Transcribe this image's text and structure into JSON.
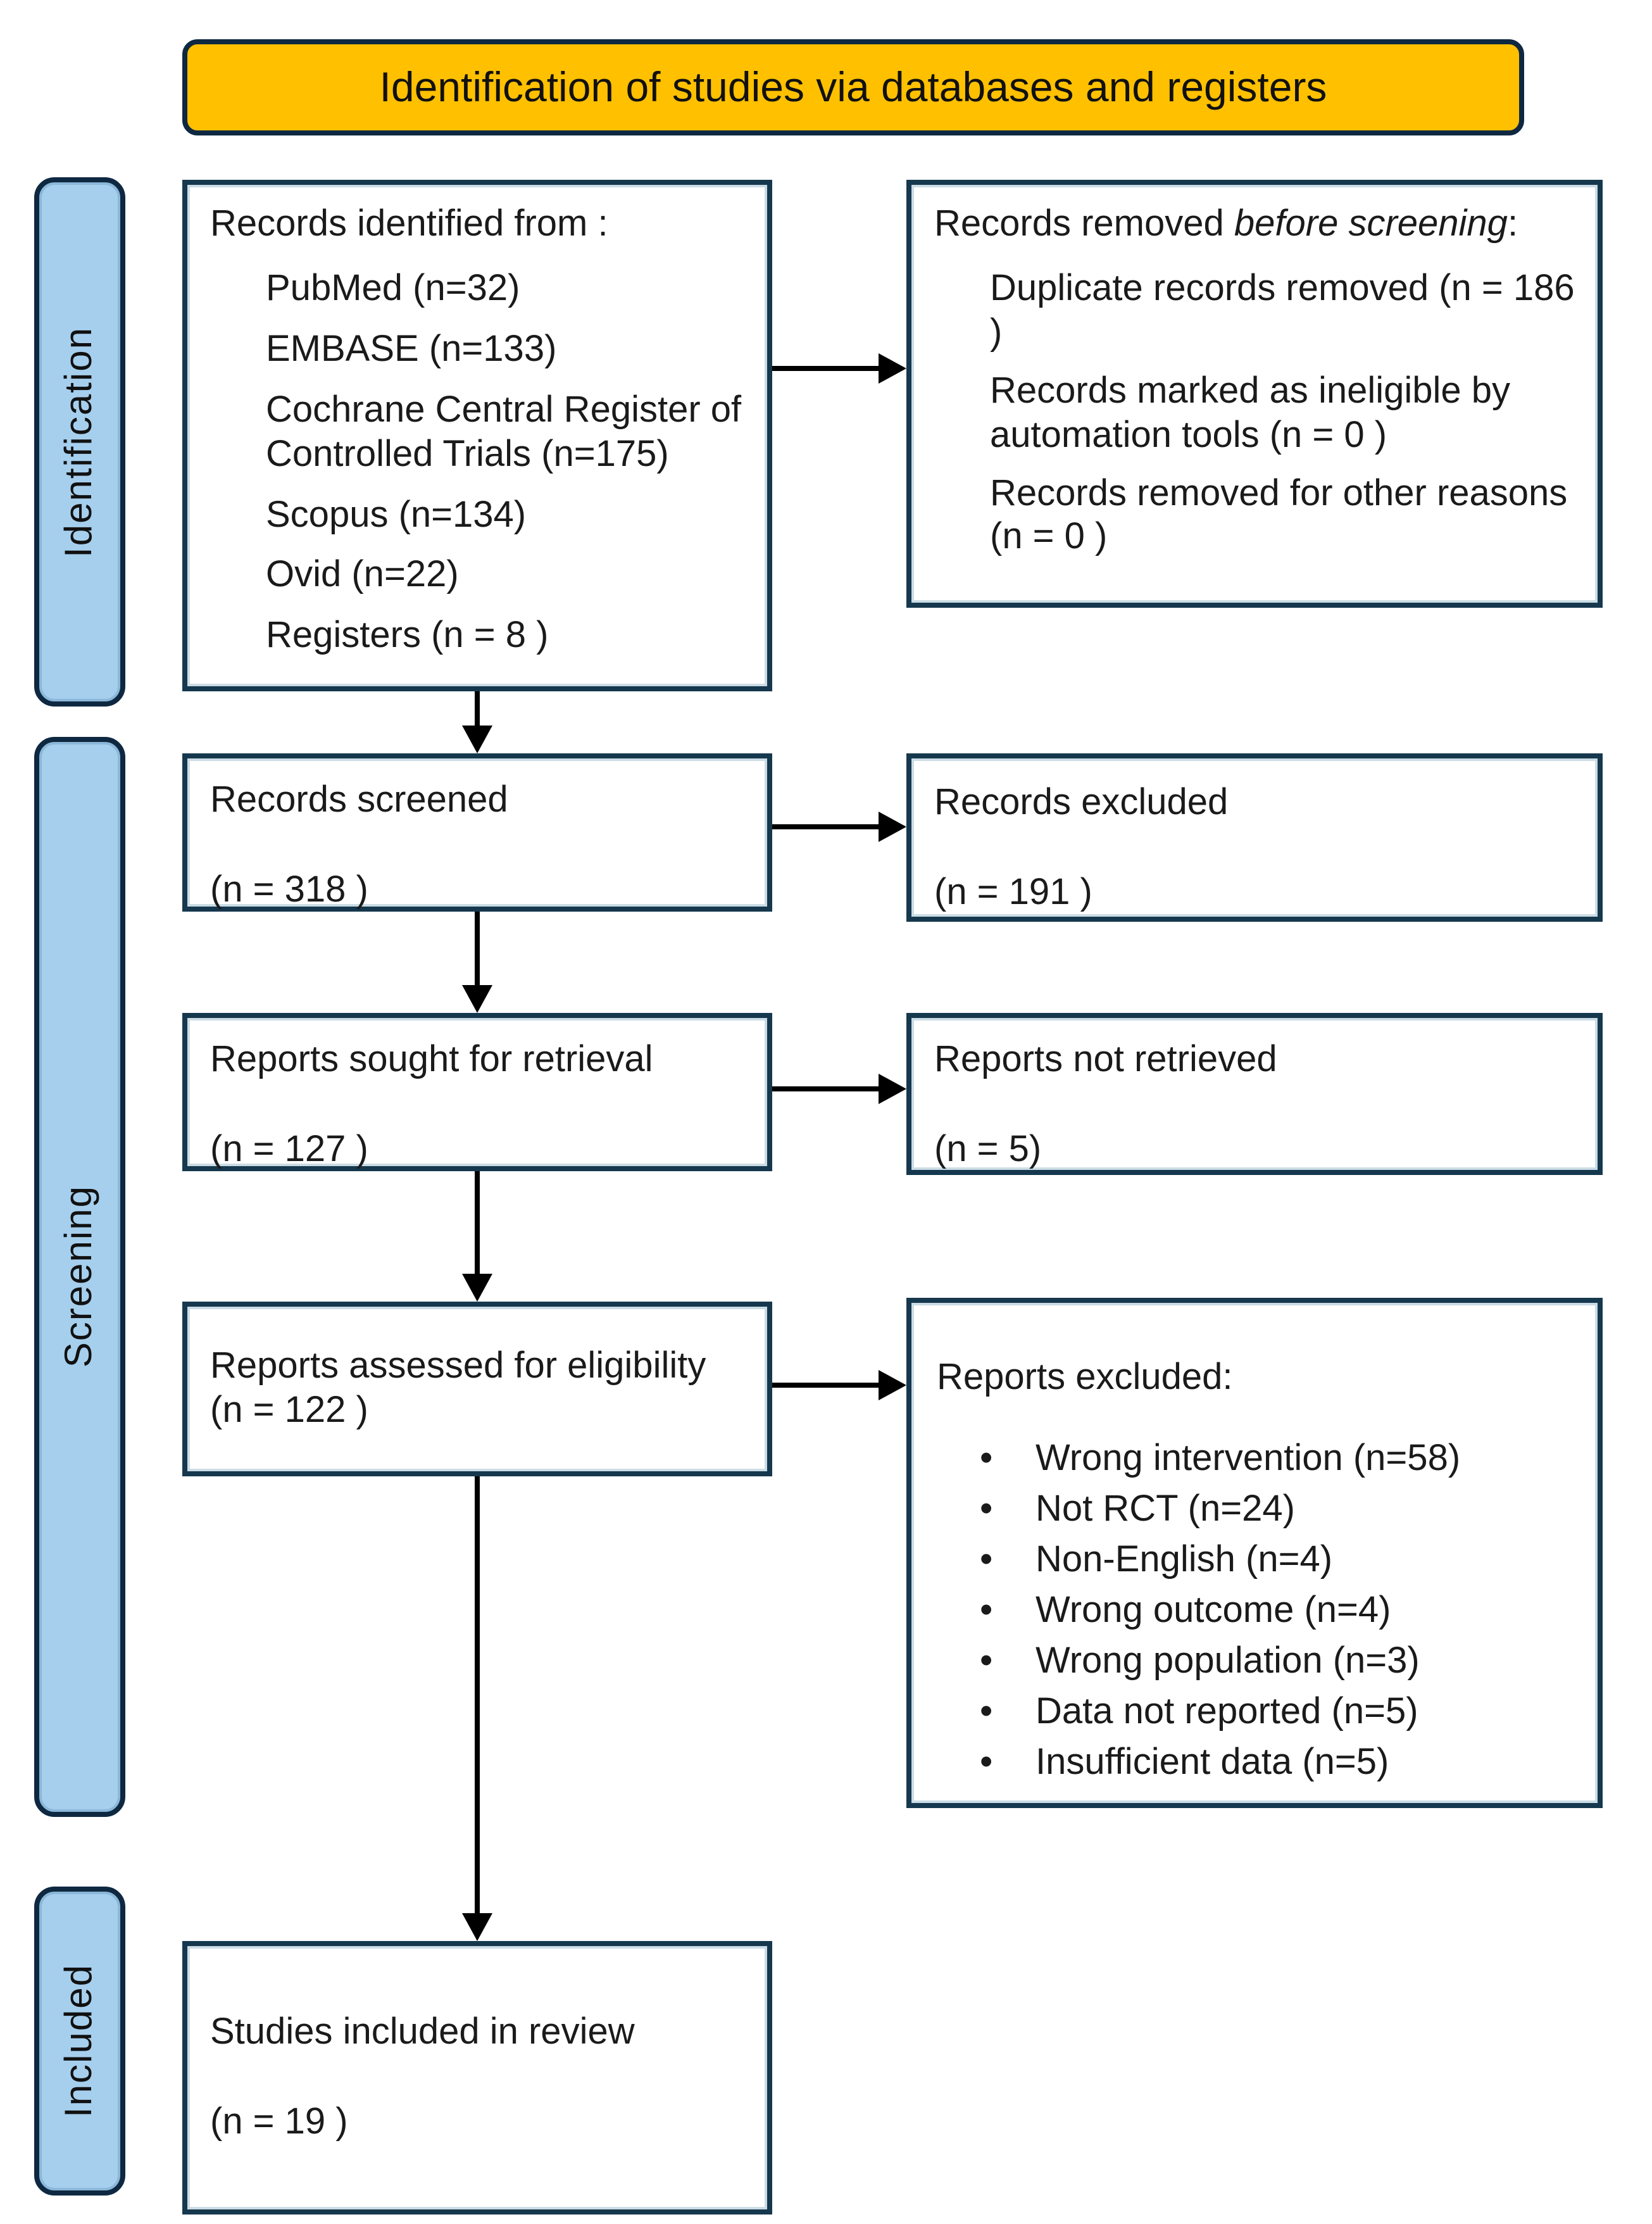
{
  "diagram": {
    "title": "Identification of studies via databases and registers",
    "stages": [
      {
        "label": "Identification"
      },
      {
        "label": "Screening"
      },
      {
        "label": "Included"
      }
    ],
    "boxes": {
      "records_identified": {
        "heading": "Records identified from :",
        "sources": [
          "PubMed (n=32)",
          "EMBASE (n=133)",
          "Cochrane Central Register of Controlled Trials (n=175)",
          "Scopus (n=134)",
          "Ovid (n=22)",
          "Registers (n = 8 )"
        ]
      },
      "records_removed": {
        "heading_regular": "Records removed ",
        "heading_italic": "before screening",
        "heading_suffix": ":",
        "reasons": [
          "Duplicate records removed (n = 186 )",
          "Records marked as ineligible by automation tools (n = 0 )",
          "Records removed for other reasons (n = 0 )"
        ]
      },
      "records_screened": {
        "label": "Records screened",
        "count": "(n = 318 )"
      },
      "records_excluded": {
        "label": "Records excluded",
        "count": "(n = 191 )"
      },
      "reports_sought": {
        "label": "Reports sought for retrieval",
        "count": "(n = 127 )"
      },
      "reports_not_retrieved": {
        "label": "Reports not retrieved",
        "count": "(n = 5)"
      },
      "reports_assessed": {
        "label": "Reports assessed for eligibility (n = 122 )"
      },
      "reports_excluded": {
        "heading": "Reports excluded:",
        "reasons": [
          "Wrong intervention (n=58)",
          "Not RCT (n=24)",
          "Non-English (n=4)",
          "Wrong outcome (n=4)",
          "Wrong population (n=3)",
          "Data not reported (n=5)",
          "Insufficient data (n=5)"
        ]
      },
      "studies_included": {
        "label": "Studies included in review",
        "count": "(n = 19 )"
      }
    },
    "colors": {
      "banner_fill": "#FFC000",
      "banner_border": "#0E2841",
      "stage_fill": "#A6CFEE",
      "stage_border": "#0E2841",
      "box_border": "#16384E",
      "arrow": "#000000",
      "text": "#1A1A1A"
    }
  }
}
